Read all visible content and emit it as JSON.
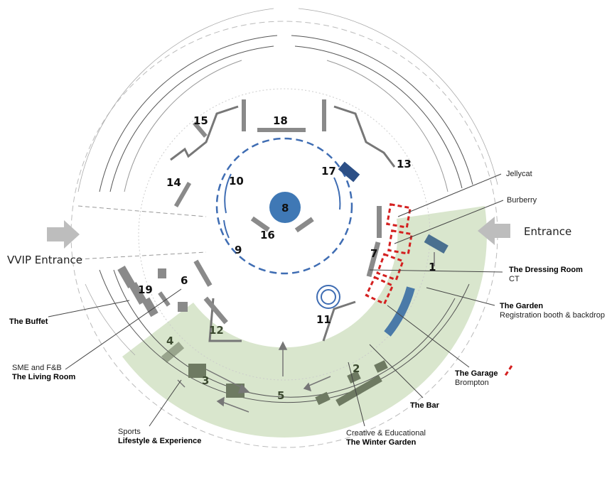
{
  "title_labels": {
    "entrance": "Entrance",
    "vvip_entrance": "VVIP Entrance"
  },
  "zones": [
    {
      "id": "1"
    },
    {
      "id": "2"
    },
    {
      "id": "3"
    },
    {
      "id": "4"
    },
    {
      "id": "5"
    },
    {
      "id": "6"
    },
    {
      "id": "7"
    },
    {
      "id": "8"
    },
    {
      "id": "9"
    },
    {
      "id": "10"
    },
    {
      "id": "11"
    },
    {
      "id": "12"
    },
    {
      "id": "13"
    },
    {
      "id": "14"
    },
    {
      "id": "15"
    },
    {
      "id": "16"
    },
    {
      "id": "17"
    },
    {
      "id": "18"
    },
    {
      "id": "19"
    }
  ],
  "callouts": {
    "jellycat": {
      "title": "Jellycat"
    },
    "burberry": {
      "title": "Burberry"
    },
    "dressing_room": {
      "name": "The Dressing Room",
      "sub": "CT"
    },
    "garden": {
      "name": "The Garden",
      "sub": "Registration booth & backdrop"
    },
    "garage": {
      "name": "The Garage",
      "sub": "Brompton"
    },
    "bar": {
      "name": "The Bar"
    },
    "winter_garden": {
      "sub": "Creative & Educational",
      "name": "The Winter Garden"
    },
    "lifestyle": {
      "sub": "Sports",
      "name": "Lifestyle & Experience"
    },
    "living_room": {
      "sub": "SME and F&B",
      "name": "The Living Room"
    },
    "buffet": {
      "name": "The Buffet"
    }
  },
  "colors": {
    "green_zone": "#d5e3c8",
    "blue_stage": "#3f78b5",
    "dark_blue": "#2c4f86",
    "red_dashed": "#d42020",
    "grey_block": "#8a8a8a"
  }
}
